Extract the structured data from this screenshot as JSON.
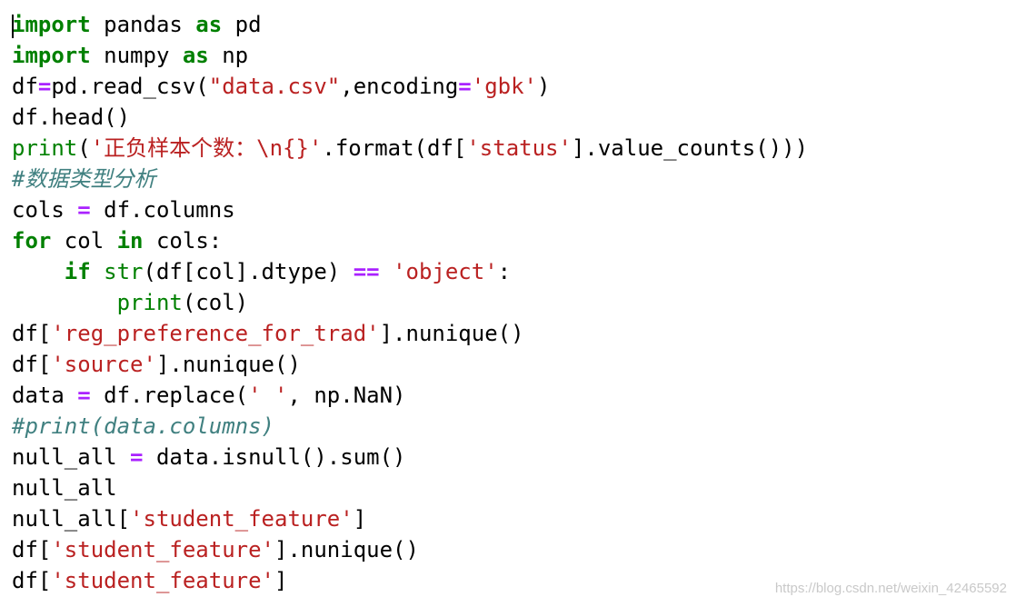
{
  "colors": {
    "keyword": "#008000",
    "operator": "#aa22ff",
    "string": "#ba2121",
    "comment": "#408080",
    "text": "#000000",
    "background": "#ffffff"
  },
  "code_lines": [
    [
      {
        "k": "kw",
        "t": "import"
      },
      {
        "k": "",
        "t": " pandas "
      },
      {
        "k": "kw",
        "t": "as"
      },
      {
        "k": "",
        "t": " pd"
      }
    ],
    [
      {
        "k": "kw",
        "t": "import"
      },
      {
        "k": "",
        "t": " numpy "
      },
      {
        "k": "kw",
        "t": "as"
      },
      {
        "k": "",
        "t": " np"
      }
    ],
    [
      {
        "k": "",
        "t": "df"
      },
      {
        "k": "op",
        "t": "="
      },
      {
        "k": "",
        "t": "pd.read_csv("
      },
      {
        "k": "str",
        "t": "\"data.csv\""
      },
      {
        "k": "",
        "t": ",encoding"
      },
      {
        "k": "op",
        "t": "="
      },
      {
        "k": "str",
        "t": "'gbk'"
      },
      {
        "k": "",
        "t": ")"
      }
    ],
    [
      {
        "k": "",
        "t": "df.head()"
      }
    ],
    [
      {
        "k": "bi",
        "t": "print"
      },
      {
        "k": "",
        "t": "("
      },
      {
        "k": "str",
        "t": "'正负样本个数：\\n{}'"
      },
      {
        "k": "",
        "t": ".format(df["
      },
      {
        "k": "str",
        "t": "'status'"
      },
      {
        "k": "",
        "t": "].value_counts()))"
      }
    ],
    [
      {
        "k": "cm",
        "t": "#数据类型分析"
      }
    ],
    [
      {
        "k": "",
        "t": "cols "
      },
      {
        "k": "op",
        "t": "="
      },
      {
        "k": "",
        "t": " df.columns"
      }
    ],
    [
      {
        "k": "kw",
        "t": "for"
      },
      {
        "k": "",
        "t": " col "
      },
      {
        "k": "kw",
        "t": "in"
      },
      {
        "k": "",
        "t": " cols:"
      }
    ],
    [
      {
        "k": "",
        "t": "    "
      },
      {
        "k": "kw",
        "t": "if"
      },
      {
        "k": "",
        "t": " "
      },
      {
        "k": "bi",
        "t": "str"
      },
      {
        "k": "",
        "t": "(df[col].dtype) "
      },
      {
        "k": "op",
        "t": "=="
      },
      {
        "k": "",
        "t": " "
      },
      {
        "k": "str",
        "t": "'object'"
      },
      {
        "k": "",
        "t": ":"
      }
    ],
    [
      {
        "k": "",
        "t": "        "
      },
      {
        "k": "bi",
        "t": "print"
      },
      {
        "k": "",
        "t": "(col)"
      }
    ],
    [
      {
        "k": "",
        "t": "df["
      },
      {
        "k": "str",
        "t": "'reg_preference_for_trad'"
      },
      {
        "k": "",
        "t": "].nunique()"
      }
    ],
    [
      {
        "k": "",
        "t": "df["
      },
      {
        "k": "str",
        "t": "'source'"
      },
      {
        "k": "",
        "t": "].nunique()"
      }
    ],
    [
      {
        "k": "",
        "t": "data "
      },
      {
        "k": "op",
        "t": "="
      },
      {
        "k": "",
        "t": " df.replace("
      },
      {
        "k": "str",
        "t": "' '"
      },
      {
        "k": "",
        "t": ", np.NaN)"
      }
    ],
    [
      {
        "k": "cm",
        "t": "#print(data.columns)"
      }
    ],
    [
      {
        "k": "",
        "t": "null_all "
      },
      {
        "k": "op",
        "t": "="
      },
      {
        "k": "",
        "t": " data.isnull().sum()"
      }
    ],
    [
      {
        "k": "",
        "t": "null_all"
      }
    ],
    [
      {
        "k": "",
        "t": "null_all["
      },
      {
        "k": "str",
        "t": "'student_feature'"
      },
      {
        "k": "",
        "t": "]"
      }
    ],
    [
      {
        "k": "",
        "t": "df["
      },
      {
        "k": "str",
        "t": "'student_feature'"
      },
      {
        "k": "",
        "t": "].nunique()"
      }
    ],
    [
      {
        "k": "",
        "t": "df["
      },
      {
        "k": "str",
        "t": "'student_feature'"
      },
      {
        "k": "",
        "t": "]"
      }
    ]
  ],
  "watermark": "https://blog.csdn.net/weixin_42465592"
}
